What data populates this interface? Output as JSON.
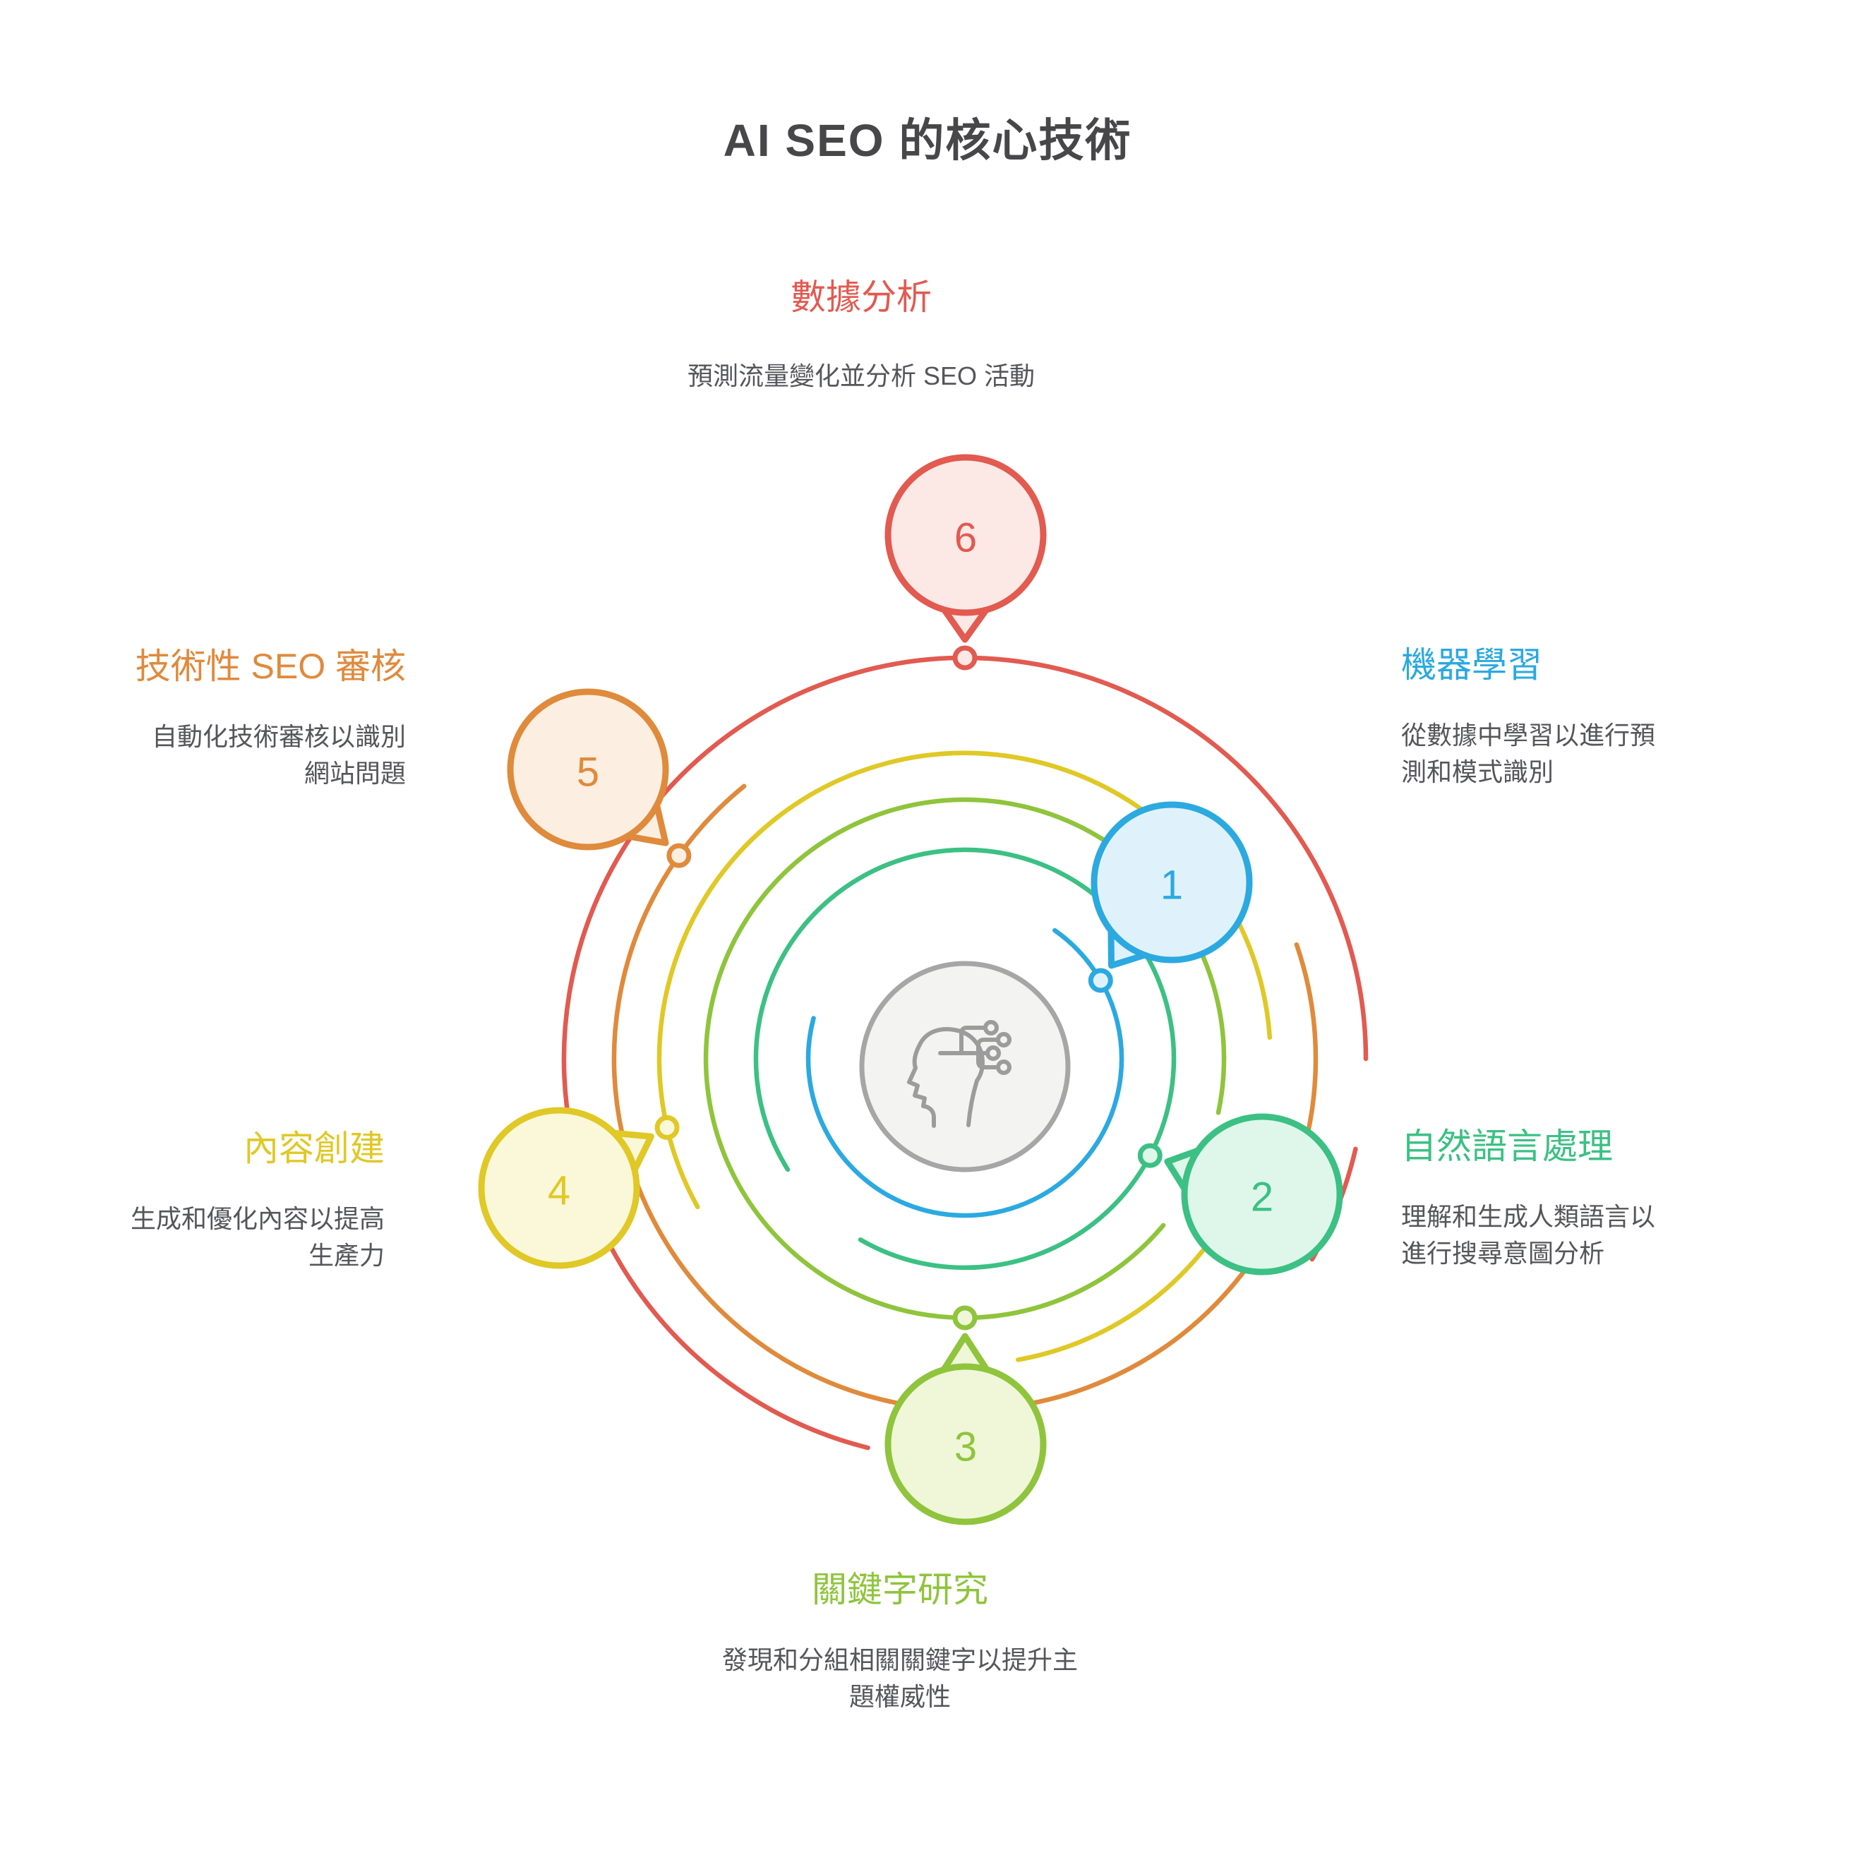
{
  "title": "AI SEO 的核心技術",
  "text_colors": {
    "title": "#47474a",
    "description": "#55565a"
  },
  "center": {
    "icon": "ai-head-icon",
    "circle_fill": "#f3f3f1",
    "circle_stroke": "#a6a6a6",
    "icon_stroke": "#9c9c9c"
  },
  "nodes": [
    {
      "number": "1",
      "label": "機器學習",
      "description": "從數據中學習以進行預測和模式識別",
      "color": "#2ba9e0",
      "fill": "#dff2fb"
    },
    {
      "number": "2",
      "label": "自然語言處理",
      "description": "理解和生成人類語言以進行搜尋意圖分析",
      "color": "#3cc084",
      "fill": "#dff7eb"
    },
    {
      "number": "3",
      "label": "關鍵字研究",
      "description": "發現和分組相關關鍵字以提升主題權威性",
      "color": "#8fc43c",
      "fill": "#eff7d8"
    },
    {
      "number": "4",
      "label": "內容創建",
      "description": "生成和優化內容以提高生產力",
      "color": "#e0c826",
      "fill": "#fbf7d9"
    },
    {
      "number": "5",
      "label": "技術性 SEO 審核",
      "description": "自動化技術審核以識別網站問題",
      "color": "#e08a3c",
      "fill": "#fcefe1"
    },
    {
      "number": "6",
      "label": "數據分析",
      "description": "預測流量變化並分析 SEO 活動",
      "color": "#e25a50",
      "fill": "#fce9e6"
    }
  ]
}
